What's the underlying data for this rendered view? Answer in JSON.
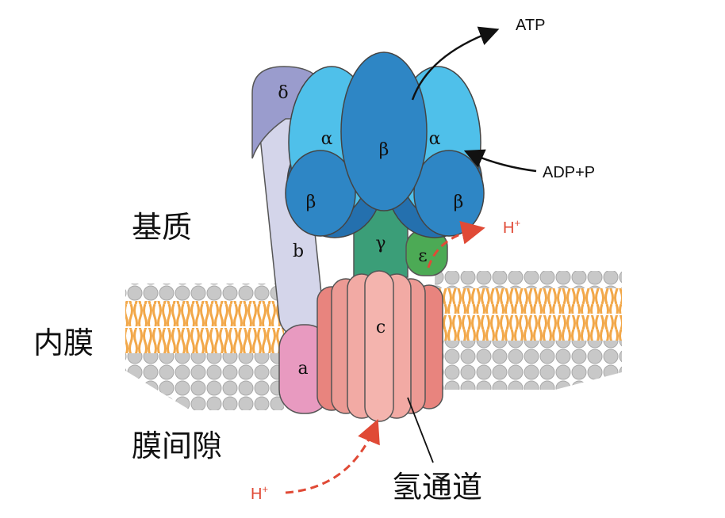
{
  "labels": {
    "matrix": "基质",
    "inner_membrane": "内膜",
    "intermembrane_space": "膜间隙",
    "h_channel": "氢通道",
    "atp": "ATP",
    "adp_p": "ADP+P",
    "h_plus": "H",
    "h_plus_sup": "+"
  },
  "subunits": {
    "delta": "δ",
    "alpha": "α",
    "beta": "β",
    "gamma": "γ",
    "epsilon": "ε",
    "b": "b",
    "a": "a",
    "c": "c"
  },
  "colors": {
    "alpha": "#4fc0ea",
    "beta": "#2e86c5",
    "beta_dark": "#2470ae",
    "delta": "#9a9ccd",
    "b_stalk": "#d4d5ea",
    "gamma": "#3b9e78",
    "epsilon": "#4caa55",
    "a_subunit": "#e89ac0",
    "c_ring": "#ec9a94",
    "lipid_head": "#c8c8c8",
    "lipid_tail": "#f2a84a",
    "proton_arrow": "#e04a36"
  }
}
